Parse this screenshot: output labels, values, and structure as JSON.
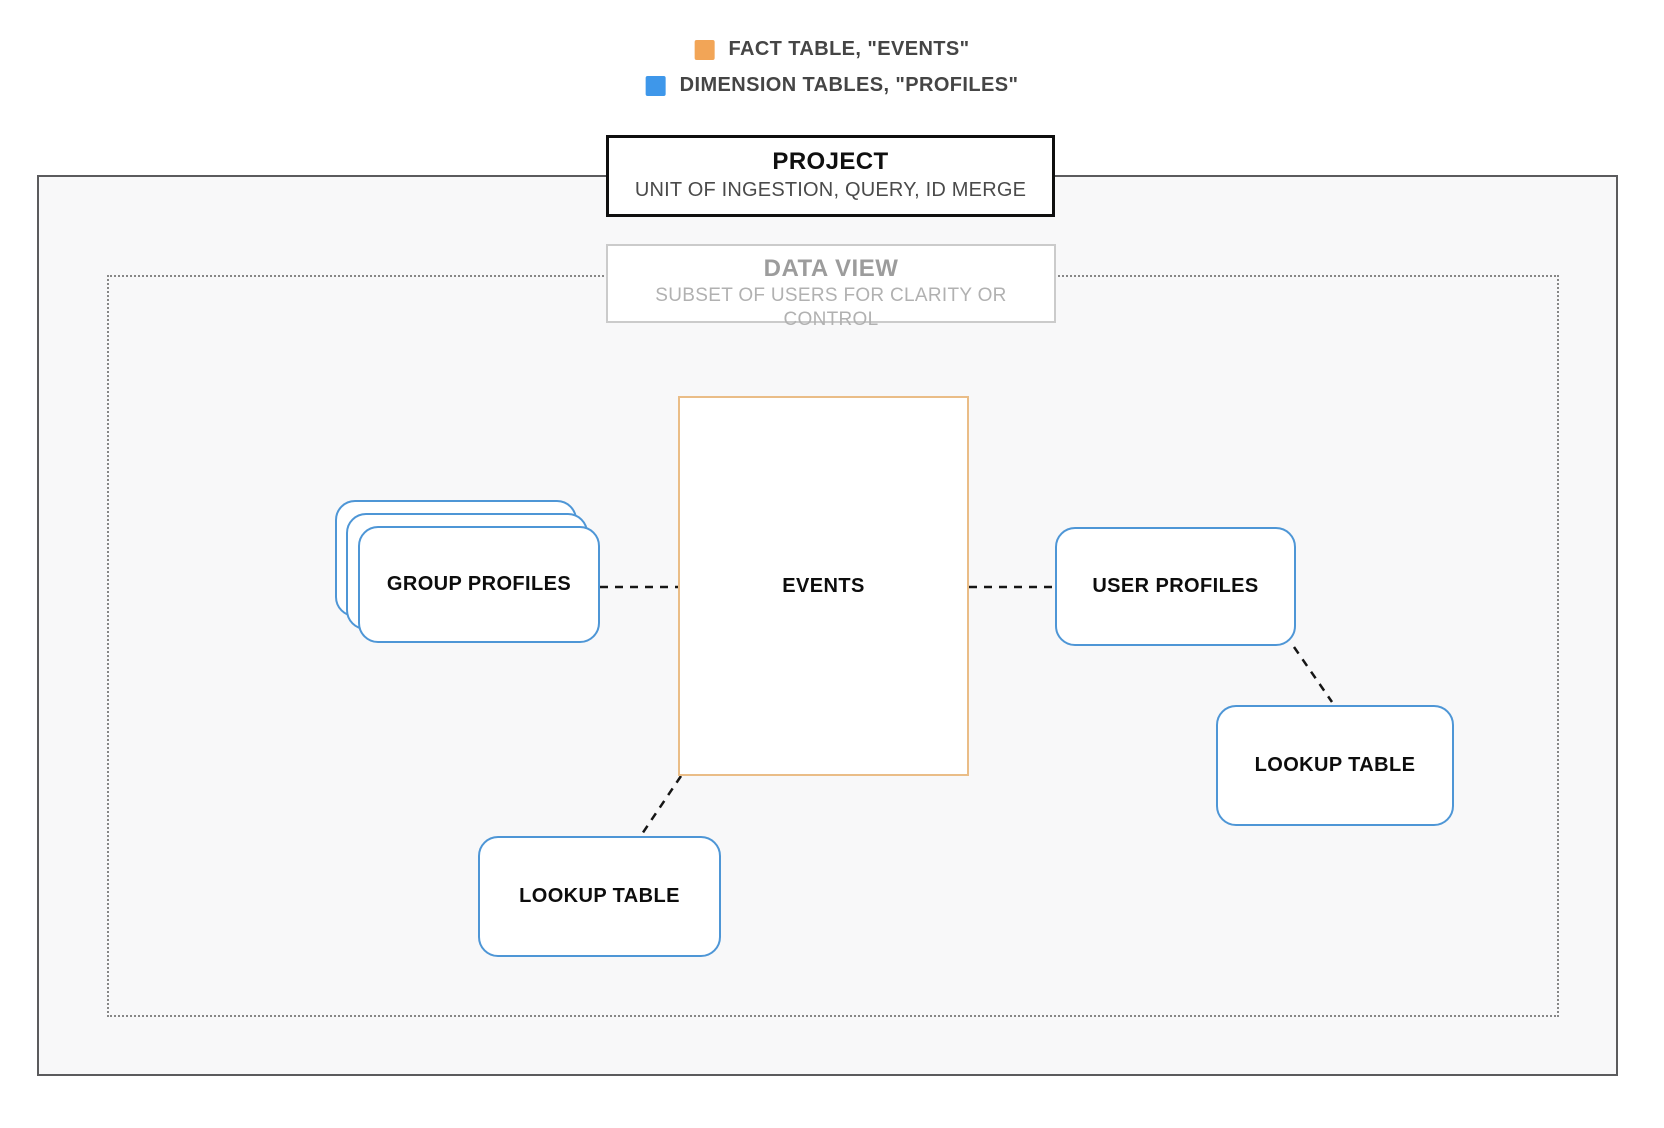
{
  "legend": {
    "items": [
      {
        "label": "FACT TABLE, \"EVENTS\"",
        "color": "#F2A557",
        "swatch": "fact-color-swatch"
      },
      {
        "label": "DIMENSION TABLES, \"PROFILES\"",
        "color": "#3E97EA",
        "swatch": "dimension-color-swatch"
      }
    ]
  },
  "project_box": {
    "title": "PROJECT",
    "subtitle": "UNIT OF INGESTION, QUERY, ID MERGE"
  },
  "data_view_box": {
    "title": "DATA VIEW",
    "subtitle": "SUBSET OF USERS FOR CLARITY OR CONTROL"
  },
  "nodes": {
    "events": {
      "label": "EVENTS",
      "type": "fact"
    },
    "group_profiles": {
      "label": "GROUP PROFILES",
      "type": "dimension"
    },
    "user_profiles": {
      "label": "USER PROFILES",
      "type": "dimension"
    },
    "lookup_table_user": {
      "label": "LOOKUP TABLE",
      "type": "dimension"
    },
    "lookup_table_events": {
      "label": "LOOKUP TABLE",
      "type": "dimension"
    }
  },
  "connections": [
    {
      "from": "group_profiles",
      "to": "events",
      "style": "dashed"
    },
    {
      "from": "events",
      "to": "user_profiles",
      "style": "dashed"
    },
    {
      "from": "user_profiles",
      "to": "lookup_table_user",
      "style": "dashed"
    },
    {
      "from": "events",
      "to": "lookup_table_events",
      "style": "dashed"
    }
  ],
  "colors": {
    "fact_swatch": "#F2A557",
    "dimension_swatch": "#3E97EA",
    "fact_node_border": "#EABD87",
    "dimension_node_border": "#4E96D6",
    "outer_boundary_border": "#5B5B5D",
    "dotted_boundary_border": "#878787",
    "boundary_fill": "#F8F8F9",
    "connector": "#161616"
  }
}
